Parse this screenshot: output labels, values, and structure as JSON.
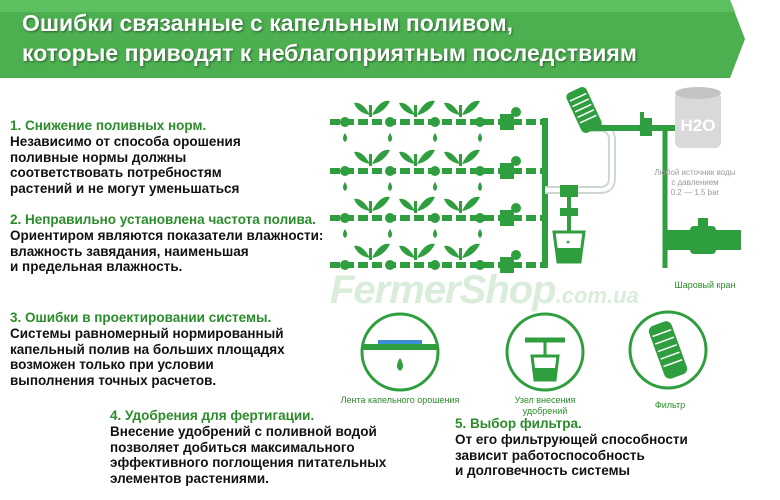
{
  "header": {
    "line1": "Ошибки связанные с капельным поливом,",
    "line2": "которые приводят к неблагоприятным последствиям"
  },
  "sections": [
    {
      "title": "1. Снижение поливных норм.",
      "body": "Независимо от способа орошения\nполивные нормы должны\nсоответствовать потребностям\nрастений и не могут уменьшаться"
    },
    {
      "title": "2. Неправильно установлена частота полива.",
      "body": "Ориентиром являются показатели влажности:\nвлажность завядания, наименьшая\nи предельная влажность."
    },
    {
      "title": "3. Ошибки в проектировании системы.",
      "body": "Системы равномерный нормированный\nкапельный полив на больших площадях\nвозможен только при условии\nвыполнения точных расчетов."
    },
    {
      "title": "4. Удобрения для фертигации.",
      "body": "Внесение удобрений с поливной водой\nпозволяет добиться максимального\nэффективного поглощения питательных\nэлементов растениями."
    },
    {
      "title": "5. Выбор фильтра.",
      "body": "От его фильтрующей способности\nзависит работоспособность\nи долговечность системы"
    }
  ],
  "diagram": {
    "source_label": "Любой источник воды\nс давлением\n0.2 — 1.5 bar",
    "h2o_label": "H2O",
    "valve_label": "Шаровый кран",
    "tape_label": "Лента капельного орошения",
    "fert_label": "Узел внесения\nудобрений",
    "filter_label": "Фильтр"
  },
  "watermark": {
    "main": "FermerShop",
    "suffix": ".com.ua"
  },
  "colors": {
    "green": "#2f9e3f",
    "banner_green": "#4caf50",
    "title_green": "#2a8c2a"
  }
}
